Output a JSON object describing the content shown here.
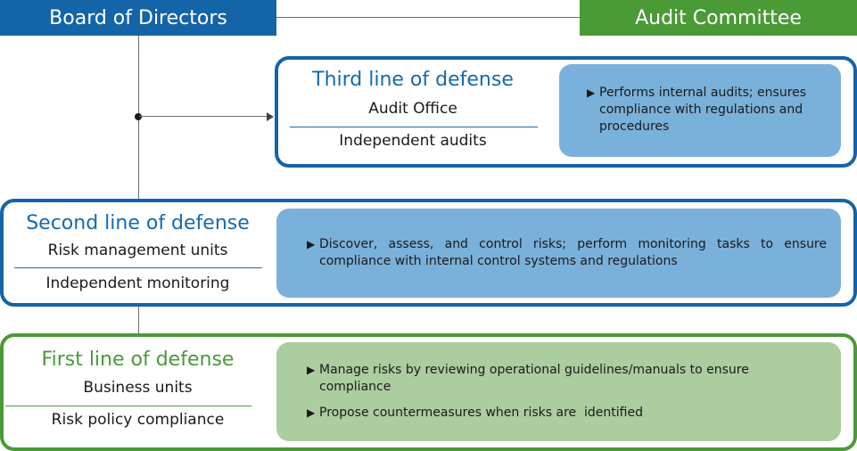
{
  "header": {
    "board_label": "Board of Directors",
    "audit_committee_label": "Audit Committee",
    "board_color": "#1464a8",
    "committee_color": "#4a9a36"
  },
  "third_line": {
    "title": "Third line of defense",
    "unit": "Audit Office",
    "role": "Independent audits",
    "bullets": [
      "Performs internal audits; ensures compliance with regulations and procedures"
    ]
  },
  "second_line": {
    "title": "Second line of defense",
    "unit": "Risk management units",
    "role": "Independent monitoring",
    "bullets": [
      "Discover, assess, and control risks; perform monitoring tasks to ensure compliance with internal control systems and regulations"
    ]
  },
  "first_line": {
    "title": "First line of defense",
    "unit": "Business units",
    "role": "Risk policy compliance",
    "bullets": [
      "Manage risks by reviewing operational guidelines/manuals to ensure compliance",
      "Propose countermeasures when risks are  identified"
    ]
  },
  "bullet_glyph": "▶"
}
